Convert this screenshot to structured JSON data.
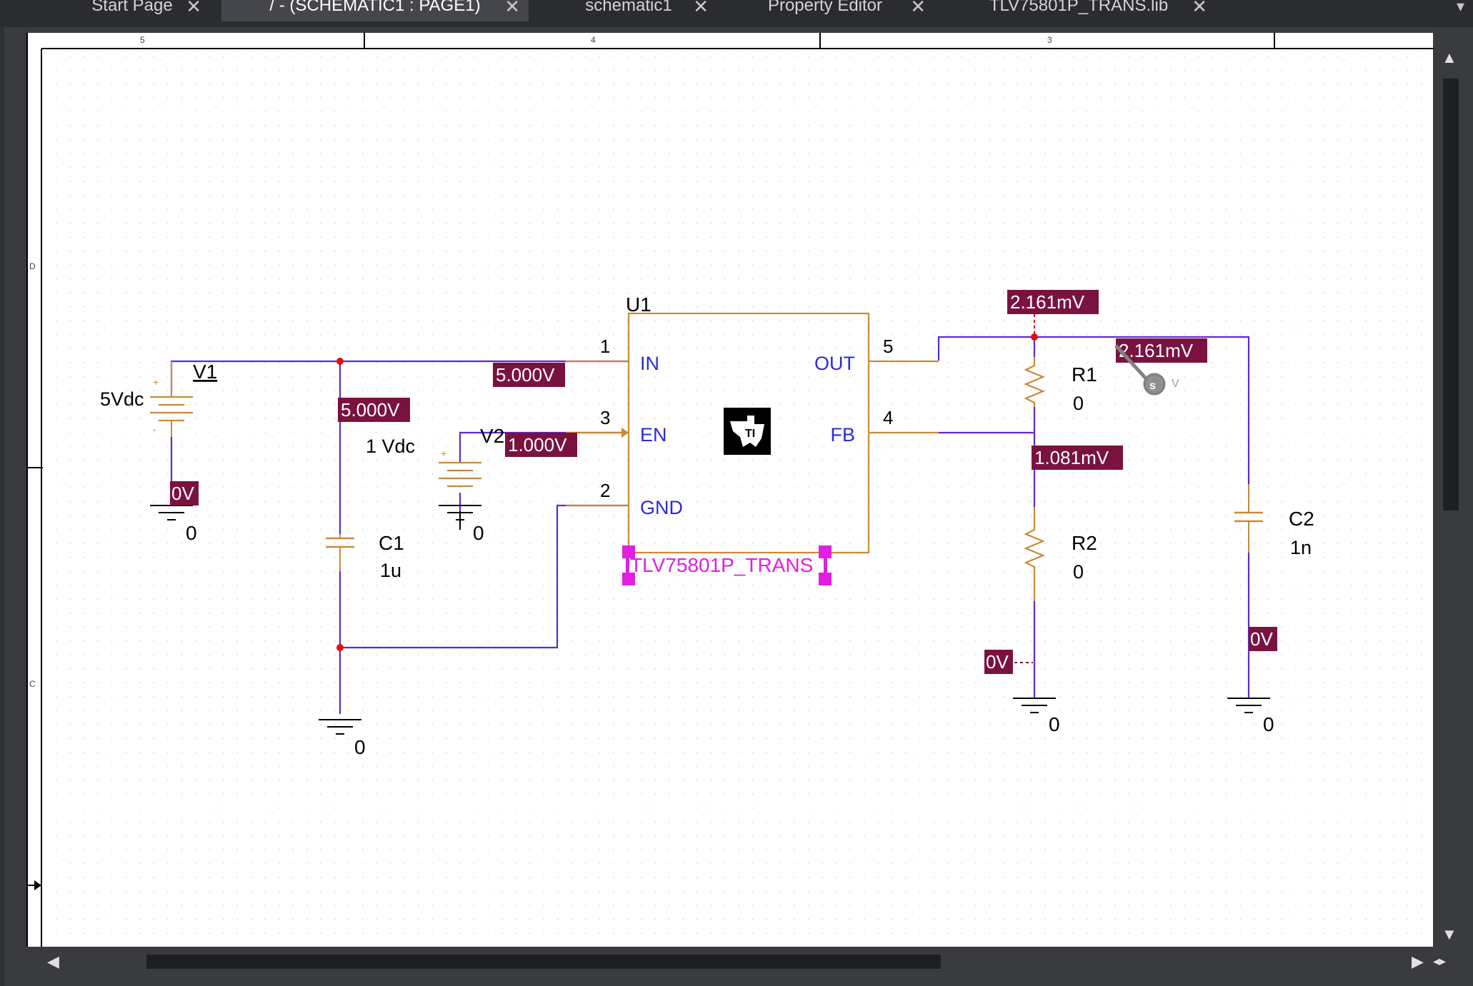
{
  "tabs": [
    {
      "label": "Start Page",
      "active": false
    },
    {
      "label": "/ - (SCHEMATIC1 : PAGE1)",
      "active": true
    },
    {
      "label": "schematic1",
      "active": false
    },
    {
      "label": "Property Editor",
      "active": false
    },
    {
      "label": "TLV75801P_TRANS.lib",
      "active": false
    }
  ],
  "border": {
    "columns": [
      "5",
      "4",
      "3"
    ],
    "rows": [
      "D",
      "C"
    ]
  },
  "components": {
    "u1": {
      "ref": "U1",
      "part": "TLV75801P_TRANS",
      "pins": {
        "in": {
          "num": "1",
          "name": "IN"
        },
        "en": {
          "num": "3",
          "name": "EN"
        },
        "gnd": {
          "num": "2",
          "name": "GND"
        },
        "out": {
          "num": "5",
          "name": "OUT"
        },
        "fb": {
          "num": "4",
          "name": "FB"
        }
      }
    },
    "v1": {
      "ref": "V1",
      "value": "5Vdc"
    },
    "v2": {
      "ref": "V2",
      "value": "1 Vdc"
    },
    "c1": {
      "ref": "C1",
      "value": "1u"
    },
    "c2": {
      "ref": "C2",
      "value": "1n"
    },
    "r1": {
      "ref": "R1",
      "value": "0"
    },
    "r2": {
      "ref": "R2",
      "value": "0"
    }
  },
  "ground_label": "0",
  "voltage_markers": {
    "v1_pos": "5.000V",
    "c1_top": "5.000V",
    "en_net": "1.000V",
    "v1_neg": "0V",
    "out_top": "2.161mV",
    "out_right": "2.161mV",
    "fb_net": "1.081mV",
    "r2_bottom": "0V",
    "c2_bottom": "0V"
  },
  "probe_label": "V",
  "colors": {
    "wire": "#5b2bd1",
    "component": "#c88a3a",
    "pin_text": "#2b2bd9",
    "marker_bg": "#7a1240",
    "selection": "#e020e0",
    "junction": "#e01010"
  }
}
